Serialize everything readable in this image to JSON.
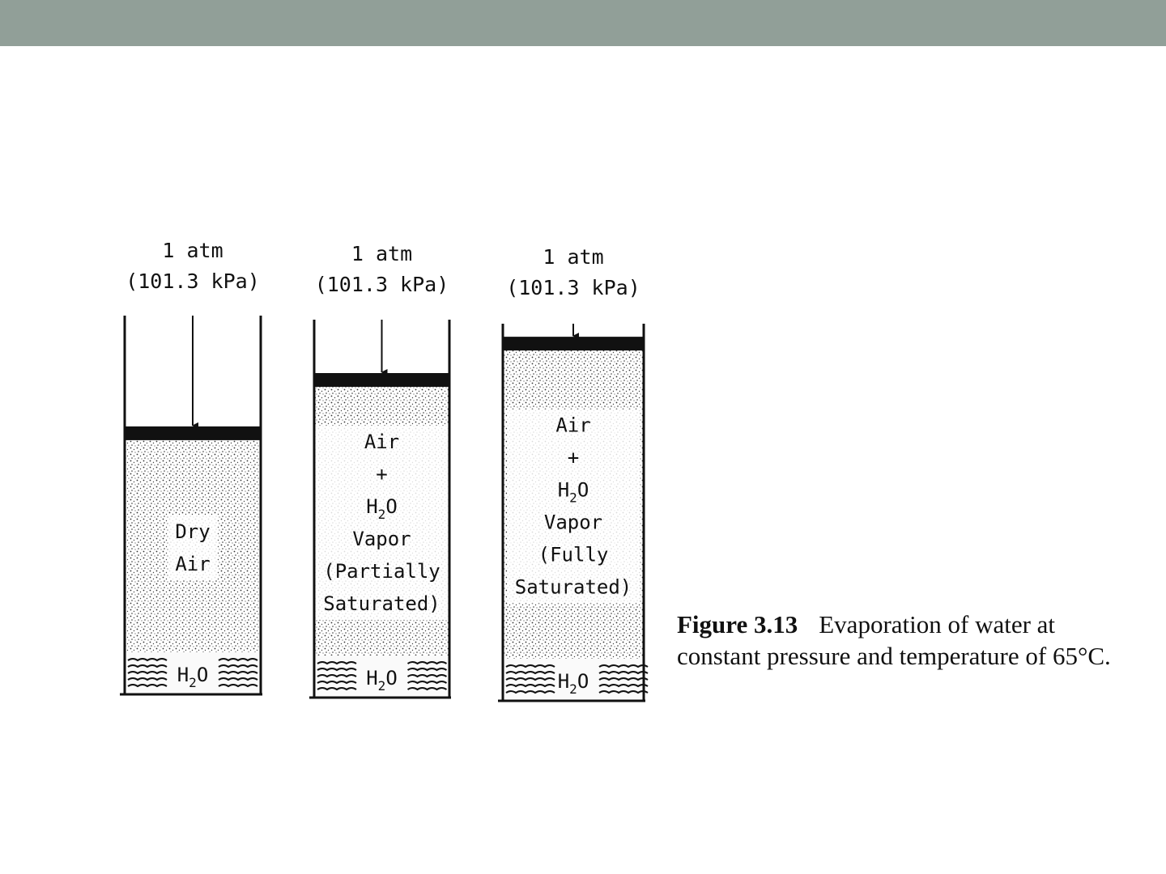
{
  "colors": {
    "header_bar": "#919f98",
    "ink": "#111111",
    "background": "#ffffff"
  },
  "cylinders": [
    {
      "pressure_line1": "1 atm",
      "pressure_line2": "(101.3 kPa)",
      "gas_lines": [
        "Dry",
        "Air"
      ],
      "gas_fill": 0.63,
      "water_main": "H",
      "water_sub": "2",
      "water_tail": "O"
    },
    {
      "pressure_line1": "1 atm",
      "pressure_line2": "(101.3 kPa)",
      "gas_lines": [
        "Air",
        "+",
        "H2O",
        "Vapor",
        "(Partially",
        "Saturated)"
      ],
      "gas_fill": 0.8,
      "water_main": "H",
      "water_sub": "2",
      "water_tail": "O"
    },
    {
      "pressure_line1": "1 atm",
      "pressure_line2": "(101.3 kPa)",
      "gas_lines": [
        "Air",
        "+",
        "H2O",
        "Vapor",
        "(Fully",
        "Saturated)"
      ],
      "gas_fill": 0.92,
      "water_main": "H",
      "water_sub": "2",
      "water_tail": "O"
    }
  ],
  "caption": {
    "figure_number": "Figure 3.13",
    "text": "Evaporation of water at constant pressure and temperature of 65°C."
  }
}
